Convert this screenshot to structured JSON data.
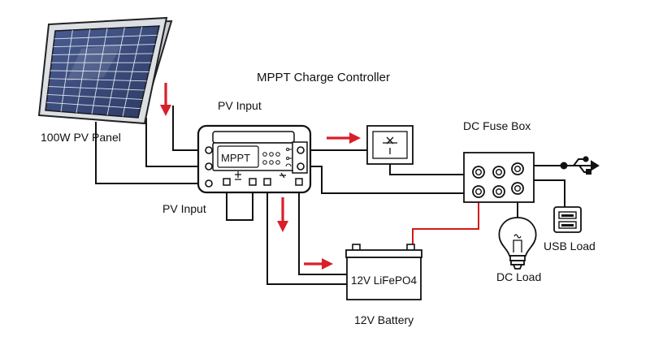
{
  "labels": {
    "title": "MPPT Charge Controller",
    "pv_input_top": "PV Input",
    "pv_input_bottom": "PV Input",
    "panel": "100W PV Panel",
    "fuse_box": "DC Fuse Box",
    "controller_brand": "MPPT",
    "battery_face": "12V LiFePO4",
    "battery": "12V Battery",
    "dc_load": "DC Load",
    "usb_load": "USB Load"
  },
  "icons": {
    "usb_symbol": "usb-symbol-icon",
    "bulb": "light-bulb-icon",
    "usb_outlet": "usb-outlet-icon",
    "breaker": "breaker-switch-icon",
    "arrow": "red-arrow-icon"
  },
  "colors": {
    "wire": "#111111",
    "positive_wire": "#d21a1a",
    "arrow": "#d8202a",
    "panel_cell": "#3b4c7a",
    "panel_frame": "#c9ccd1"
  }
}
